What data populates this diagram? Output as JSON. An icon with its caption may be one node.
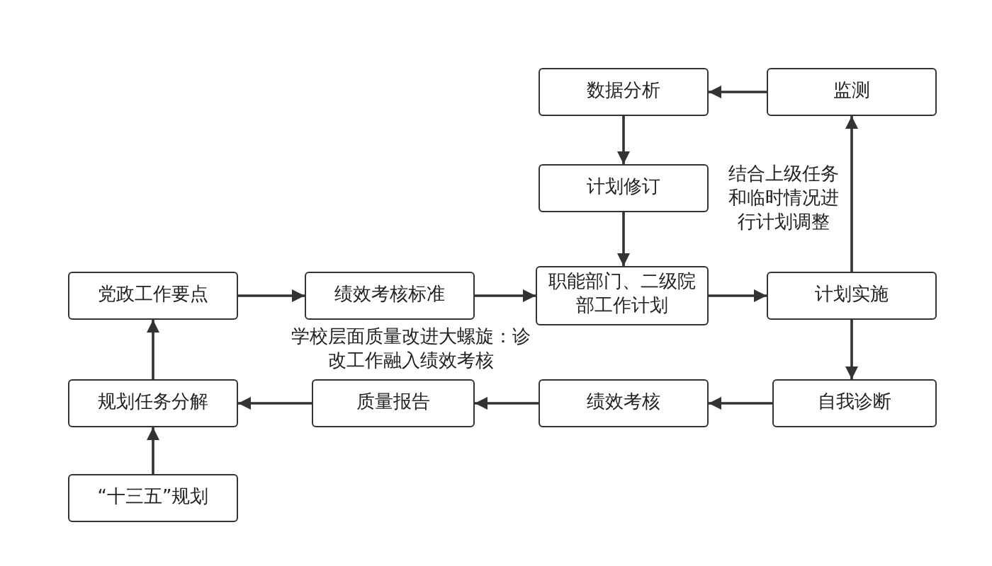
{
  "diagram": {
    "nodes": [
      {
        "text": [
          "数据分析"
        ]
      },
      {
        "text": [
          "监测"
        ]
      },
      {
        "text": [
          "计划修订"
        ]
      },
      {
        "text": [
          "党政工作要点"
        ]
      },
      {
        "text": [
          "绩效考核标准"
        ]
      },
      {
        "text": [
          "职能部门、二级院部工作计划"
        ]
      },
      {
        "text": [
          "计划实施"
        ]
      },
      {
        "text": [
          "规划任务分解"
        ]
      },
      {
        "text": [
          "质量报告"
        ]
      },
      {
        "text": [
          "绩效考核"
        ]
      },
      {
        "text": [
          "自我诊断"
        ]
      },
      {
        "text": [
          "“十三五”规划"
        ]
      }
    ],
    "edges": [
      {
        "from": 1,
        "to": 0,
        "arrow": "to"
      },
      {
        "from": 0,
        "to": 2,
        "arrow": "to"
      },
      {
        "from": 2,
        "to": 5,
        "arrow": "to"
      },
      {
        "from": 3,
        "to": 4,
        "arrow": "to"
      },
      {
        "from": 4,
        "to": 5,
        "arrow": "to"
      },
      {
        "from": 5,
        "to": 6,
        "arrow": "to"
      },
      {
        "from": 6,
        "to": 1,
        "arrow": "to",
        "label": "结合上级任务和临时情况进行计划调整"
      },
      {
        "from": 6,
        "to": 10,
        "arrow": "to"
      },
      {
        "from": 10,
        "to": 9,
        "arrow": "to"
      },
      {
        "from": 9,
        "to": 8,
        "arrow": "to"
      },
      {
        "from": 8,
        "to": 7,
        "arrow": "to"
      },
      {
        "from": 7,
        "to": 3,
        "arrow": "to"
      },
      {
        "from": 11,
        "to": 7,
        "arrow": "to"
      }
    ],
    "labels": [
      "学校层面质量改进大螺旋：诊改工作融入绩效考核"
    ]
  }
}
